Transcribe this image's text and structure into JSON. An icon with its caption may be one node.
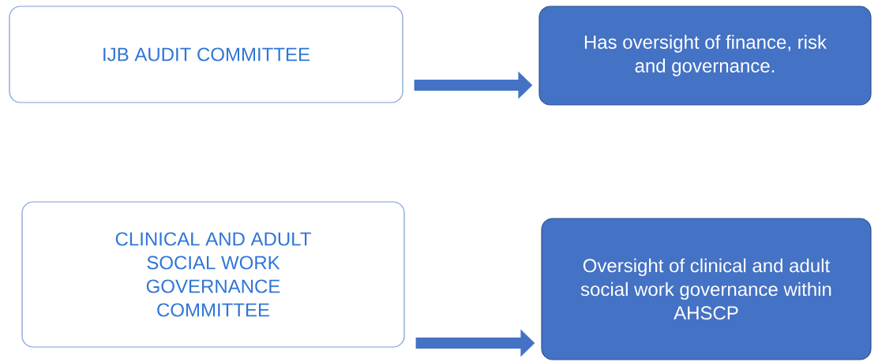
{
  "diagram": {
    "nodes": [
      {
        "text": [
          "IJB AUDIT COMMITTEE"
        ]
      },
      {
        "text": [
          "Has oversight of finance, risk and governance."
        ]
      },
      {
        "text": [
          "CLINICAL AND ADULT SOCIAL WORK GOVERNANCE COMMITTEE"
        ]
      },
      {
        "text": [
          "Oversight of clinical and adult social work governance within AHSCP"
        ]
      }
    ],
    "edges": [
      {
        "from": 0,
        "to": 1,
        "arrow": "to"
      },
      {
        "from": 2,
        "to": 3,
        "arrow": "to"
      }
    ]
  }
}
